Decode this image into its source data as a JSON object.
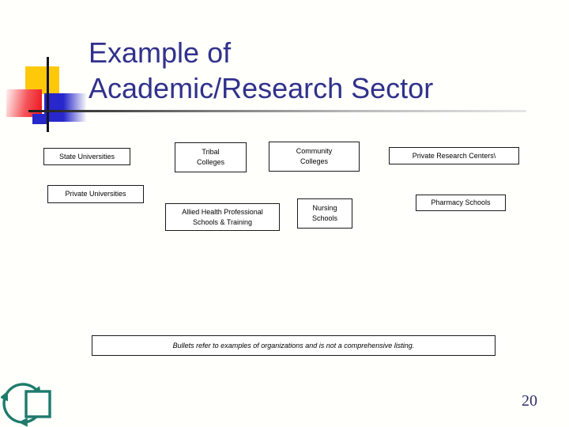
{
  "slide": {
    "title": {
      "line1": "Example of",
      "line2": "Academic/Research Sector"
    },
    "page_number": "20"
  },
  "boxes": {
    "state_universities": {
      "label": "State Universities"
    },
    "tribal_colleges": {
      "line1": "Tribal",
      "line2": "Colleges"
    },
    "community_colleges": {
      "line1": "Community",
      "line2": "Colleges"
    },
    "private_research_centers": {
      "label": "Private Research Centers\\"
    },
    "private_universities": {
      "label": "Private Universities"
    },
    "allied_health": {
      "line1": "Allied Health Professional",
      "line2": "Schools & Training"
    },
    "nursing_schools": {
      "line1": "Nursing",
      "line2": "Schools"
    },
    "pharmacy_schools": {
      "label": "Pharmacy Schools"
    }
  },
  "footnote": {
    "text": "Bullets refer to examples of organizations and is not a comprehensive listing."
  },
  "icons": {
    "logo": "circular-arrows-around-square-logo"
  },
  "colors": {
    "title": "#30318C",
    "accent_yellow": "#FFC90A",
    "accent_red": "#EE1C25",
    "accent_blue": "#2727CB",
    "logo_teal": "#1E7B6C",
    "page_number": "#2E2E6A"
  }
}
